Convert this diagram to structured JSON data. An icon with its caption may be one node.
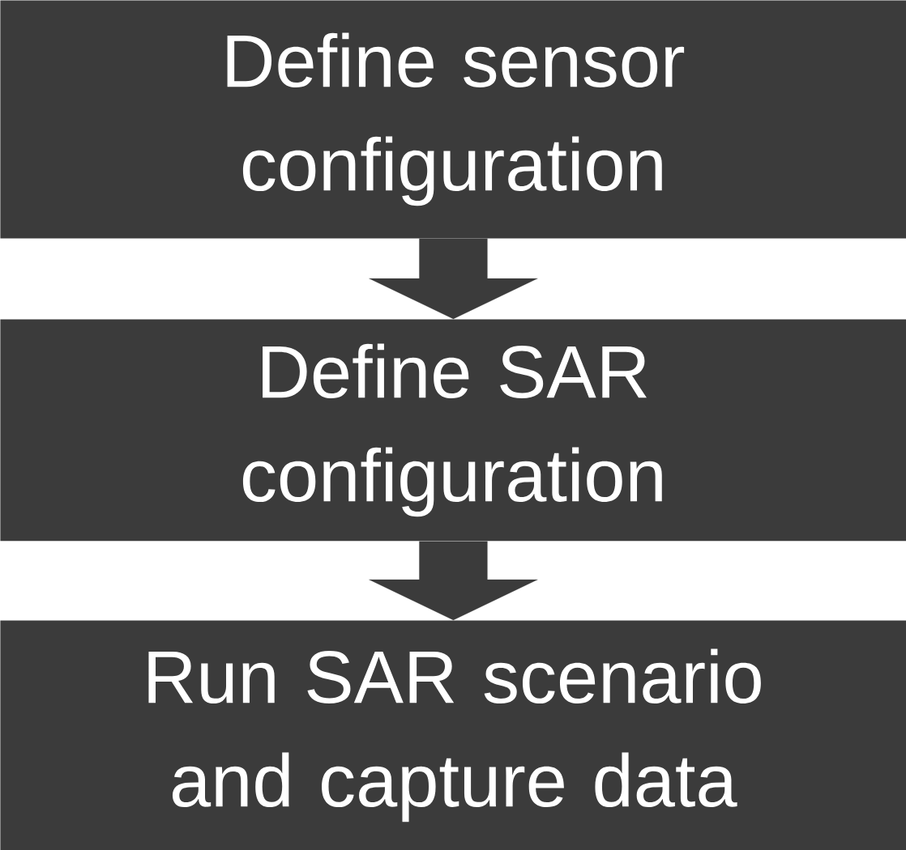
{
  "diagram": {
    "nodes": [
      {
        "text": [
          "Define sensor configuration"
        ]
      },
      {
        "text": [
          "Define SAR configuration"
        ]
      },
      {
        "text": [
          "Run SAR scenario and capture data"
        ]
      }
    ],
    "edges": [
      {
        "from": 0,
        "to": 1,
        "arrow": "to"
      },
      {
        "from": 1,
        "to": 2,
        "arrow": "to"
      }
    ]
  }
}
